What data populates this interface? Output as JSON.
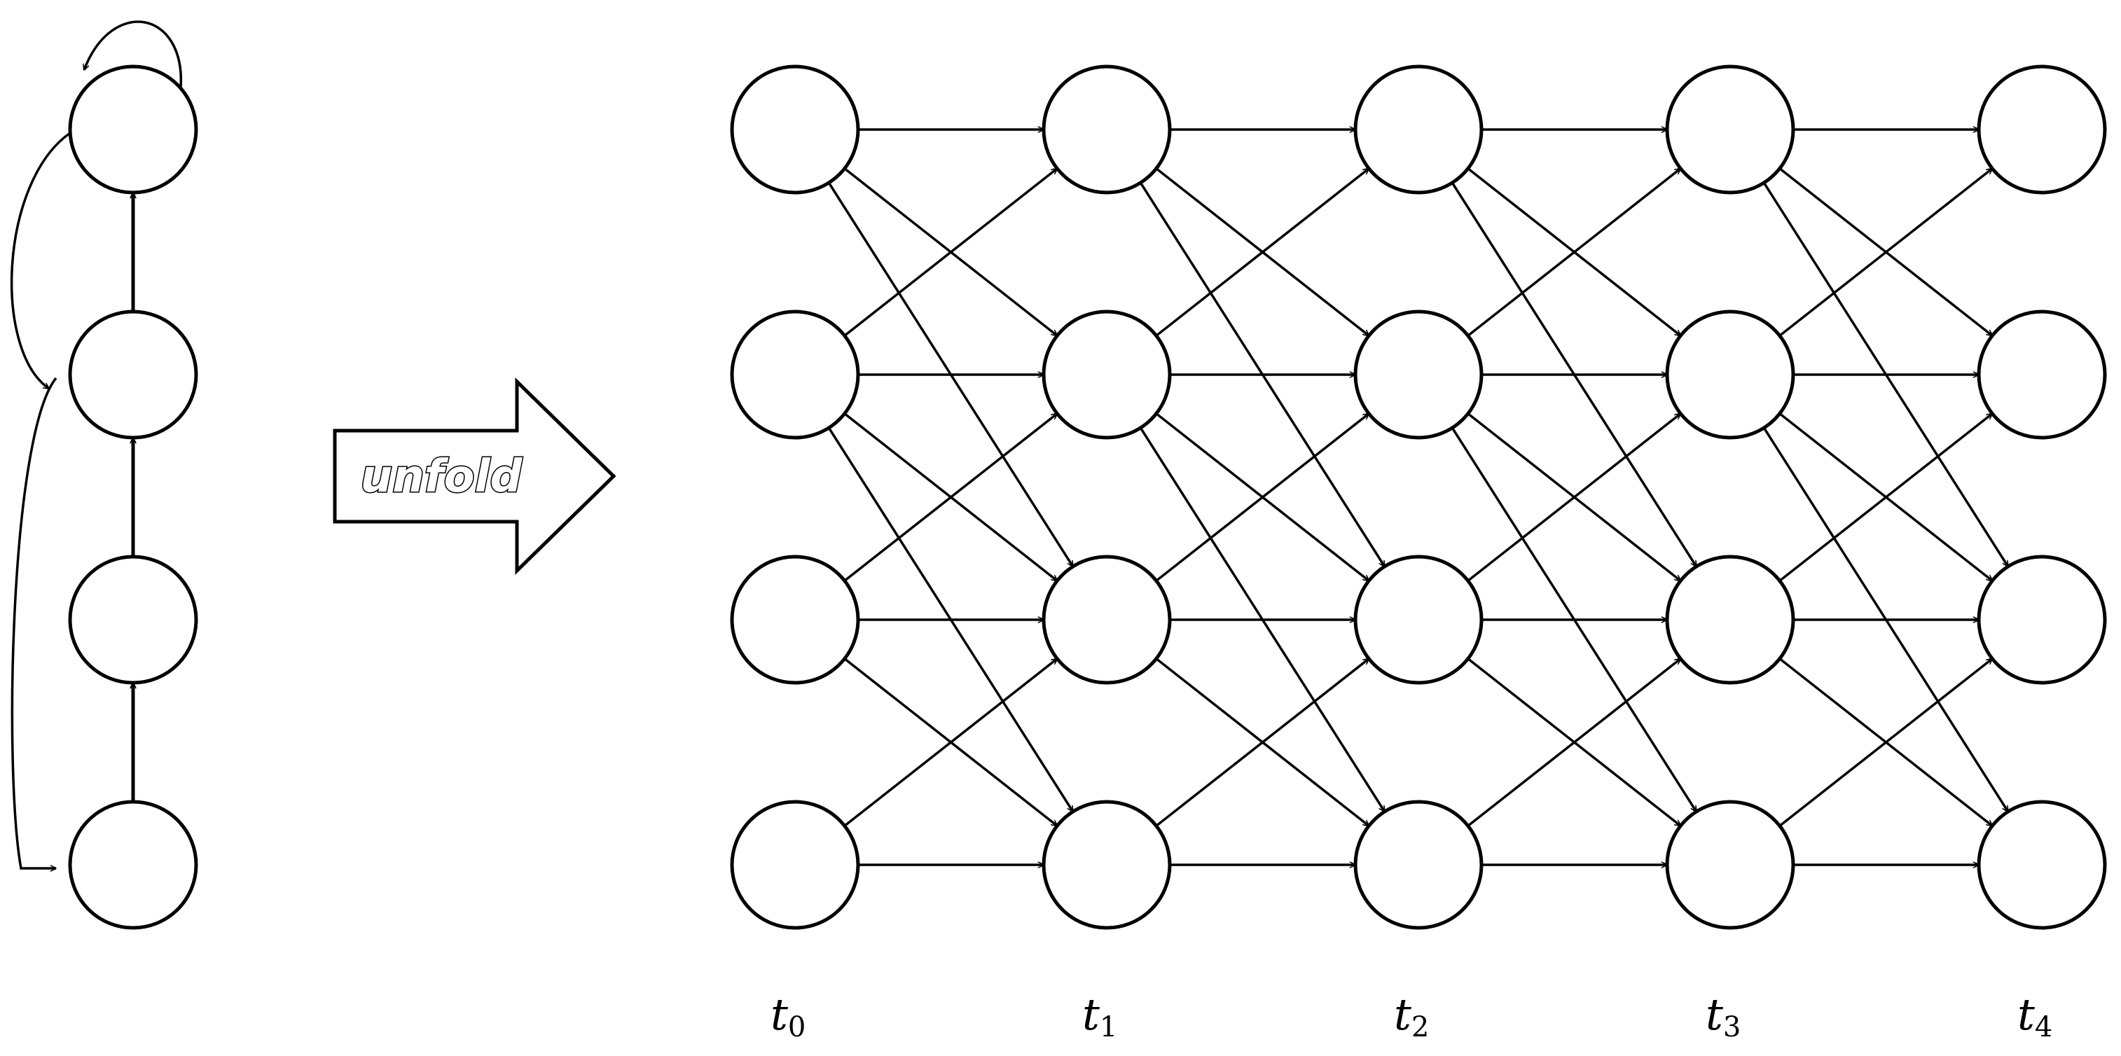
{
  "diagram": {
    "arrow_label": "unfold",
    "time_steps": [
      {
        "base": "t",
        "sub": "0"
      },
      {
        "base": "t",
        "sub": "1"
      },
      {
        "base": "t",
        "sub": "2"
      },
      {
        "base": "t",
        "sub": "3"
      },
      {
        "base": "t",
        "sub": "4"
      }
    ],
    "rolled_network": {
      "node_count": 4,
      "forward_edges": [
        [
          3,
          2
        ],
        [
          2,
          1
        ],
        [
          1,
          0
        ]
      ],
      "recurrent_edges": [
        [
          0,
          0
        ],
        [
          0,
          1
        ],
        [
          1,
          3
        ]
      ]
    },
    "unrolled_network": {
      "layers": 4,
      "time_steps": 5,
      "edge_offsets": [
        -1,
        0,
        1,
        2
      ]
    }
  }
}
